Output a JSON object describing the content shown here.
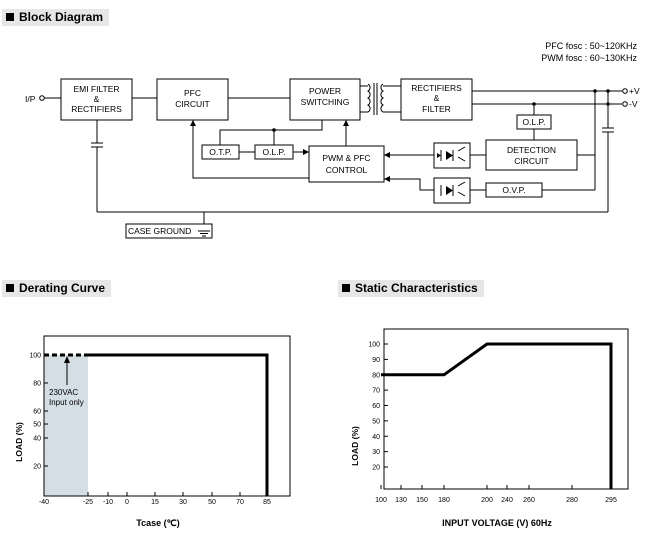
{
  "block_diagram": {
    "header": "Block Diagram",
    "freq_pfc": "PFC fosc : 50~120KHz",
    "freq_pwm": "PWM fosc : 60~130KHz",
    "input_label": "I/P",
    "out_pos": "+V",
    "out_neg": "-V",
    "emi_line1": "EMI FILTER",
    "emi_line2": "&",
    "emi_line3": "RECTIFIERS",
    "pfc_line1": "PFC",
    "pfc_line2": "CIRCUIT",
    "power_line1": "POWER",
    "power_line2": "SWITCHING",
    "rect_line1": "RECTIFIERS",
    "rect_line2": "&",
    "rect_line3": "FILTER",
    "otp": "O.T.P.",
    "olp_left": "O.L.P.",
    "pwm_line1": "PWM & PFC",
    "pwm_line2": "CONTROL",
    "olp_right": "O.L.P.",
    "det_line1": "DETECTION",
    "det_line2": "CIRCUIT",
    "ovp": "O.V.P.",
    "case_ground": "CASE GROUND"
  },
  "derating_curve": {
    "header": "Derating Curve",
    "ylabel": "LOAD (%)",
    "xlabel": "Tcase (℃)",
    "annotation_line1": "230VAC",
    "annotation_line2": "Input only",
    "y_ticks": [
      "100",
      "80",
      "60",
      "50",
      "40",
      "20"
    ],
    "x_ticks": [
      "-40",
      "-25",
      "-10",
      "0",
      "15",
      "30",
      "50",
      "70",
      "85"
    ]
  },
  "static_characteristics": {
    "header": "Static Characteristics",
    "ylabel": "LOAD (%)",
    "xlabel": "INPUT VOLTAGE (V) 60Hz",
    "y_ticks": [
      "100",
      "90",
      "80",
      "70",
      "60",
      "50",
      "40",
      "30",
      "20"
    ],
    "x_ticks": [
      "100",
      "130",
      "150",
      "180",
      "200",
      "240",
      "260",
      "280",
      "295"
    ]
  },
  "chart_data": [
    {
      "type": "line",
      "xlabel": "Tcase (℃)",
      "ylabel": "LOAD (%)",
      "x_categories": [
        "-40",
        "-25",
        "-10",
        "0",
        "15",
        "30",
        "50",
        "70",
        "85"
      ],
      "y_categories": [
        "100",
        "80",
        "60",
        "50",
        "40",
        "20"
      ],
      "series": [
        {
          "style": "dashed",
          "x": [
            -40,
            -25
          ],
          "y": [
            100,
            100
          ]
        },
        {
          "style": "solid",
          "x": [
            -25,
            85,
            85
          ],
          "y": [
            100,
            100,
            0
          ]
        }
      ],
      "shaded_region": {
        "x_from": -40,
        "x_to": -25,
        "color": "#d3dee5"
      },
      "annotation": "230VAC Input only"
    },
    {
      "type": "line",
      "xlabel": "INPUT VOLTAGE (V) 60Hz",
      "ylabel": "LOAD (%)",
      "x_categories": [
        "100",
        "130",
        "150",
        "180",
        "200",
        "240",
        "260",
        "280",
        "295"
      ],
      "y_categories": [
        "100",
        "90",
        "80",
        "70",
        "60",
        "50",
        "40",
        "30",
        "20"
      ],
      "series": [
        {
          "x": [
            100,
            180,
            200,
            295,
            295
          ],
          "y": [
            80,
            80,
            100,
            100,
            0
          ]
        }
      ]
    }
  ]
}
